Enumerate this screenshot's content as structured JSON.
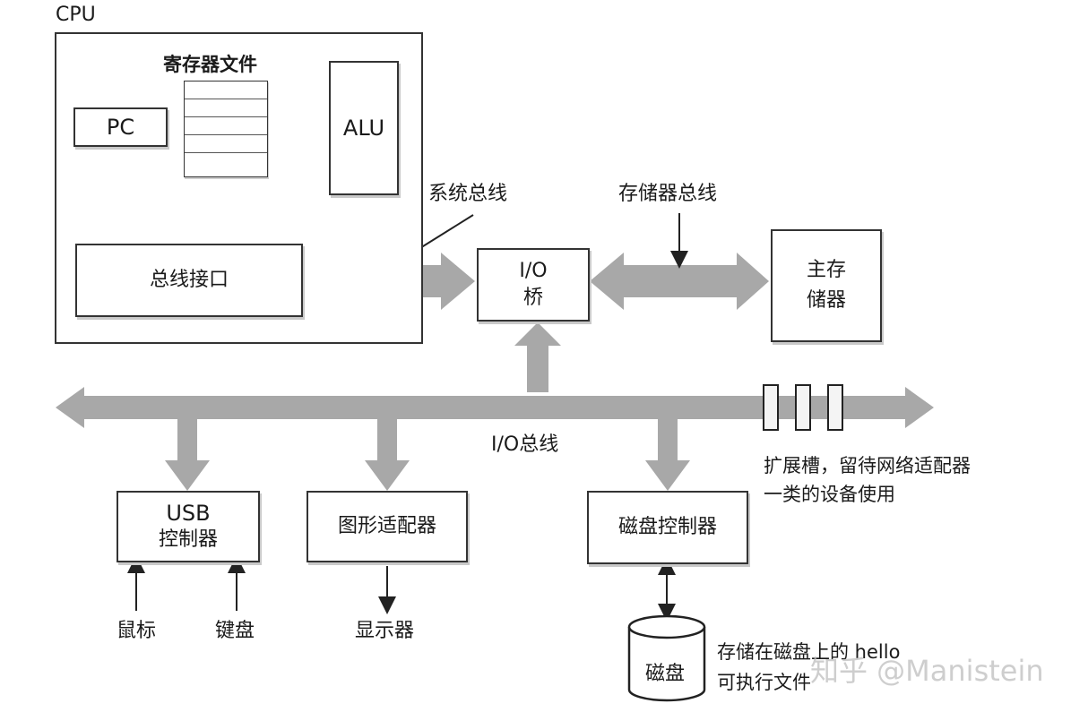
{
  "labels": {
    "cpu": "CPU",
    "register_file": "寄存器文件",
    "pc": "PC",
    "alu": "ALU",
    "bus_interface": "总线接口",
    "system_bus": "系统总线",
    "memory_bus": "存储器总线",
    "io_bridge_line1": "I/O",
    "io_bridge_line2": "桥",
    "main_memory_line1": "主存",
    "main_memory_line2": "储器",
    "io_bus": "I/O总线",
    "expansion_slots_line1": "扩展槽，留待网络适配器",
    "expansion_slots_line2": "一类的设备使用",
    "usb_line1": "USB",
    "usb_line2": "控制器",
    "graphics_adapter": "图形适配器",
    "disk_controller": "磁盘控制器",
    "mouse": "鼠标",
    "keyboard": "键盘",
    "display": "显示器",
    "disk": "磁盘",
    "disk_file_line1": "存储在磁盘上的 hello",
    "disk_file_line2": "可执行文件"
  },
  "watermark": "知乎 @Manistein",
  "colors": {
    "bus_arrow": "#a8a8a8",
    "outline": "#333333",
    "shadow": "#c9c9c9"
  }
}
